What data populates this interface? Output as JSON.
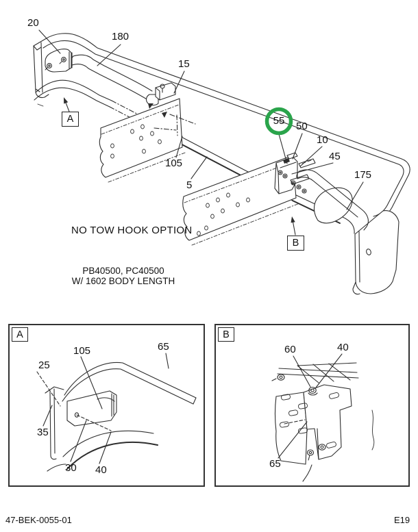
{
  "main": {
    "caption": "NO TOW HOOK OPTION",
    "model_line1": "PB40500, PC40500",
    "model_line2": "W/ 1602 BODY LENGTH",
    "highlight_color": "#2aa44b",
    "line_color": "#2e2e2e",
    "callouts": {
      "c20": "20",
      "c180": "180",
      "c15": "15",
      "c55": "55",
      "c50": "50",
      "c10": "10",
      "c45": "45",
      "c175": "175",
      "c105": "105",
      "c5": "5"
    },
    "detail_a": "A",
    "detail_b": "B"
  },
  "panel_a": {
    "marker": "A",
    "callouts": {
      "c105": "105",
      "c65": "65",
      "c25": "25",
      "c35": "35",
      "c30": "30",
      "c40": "40"
    }
  },
  "panel_b": {
    "marker": "B",
    "callouts": {
      "c60": "60",
      "c40": "40",
      "c65": "65"
    }
  },
  "footer": {
    "doc_number": "47-BEK-0055-01",
    "page_code": "E19"
  }
}
